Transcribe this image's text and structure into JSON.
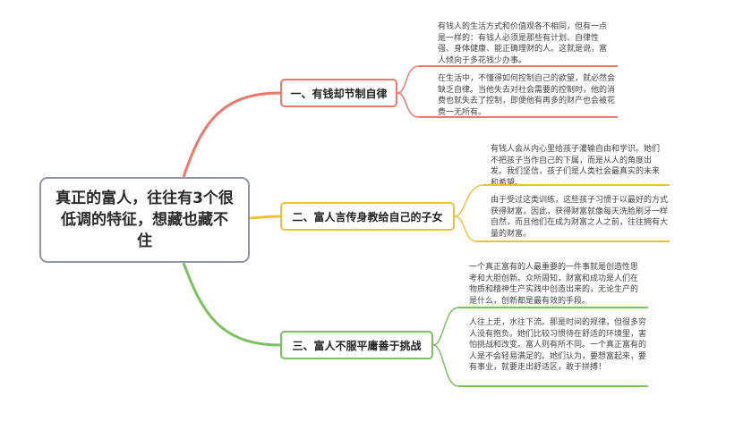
{
  "root": {
    "title": "真正的富人，往往有3个很低调的特征，想藏也藏不住"
  },
  "branches": [
    {
      "label": "一、有钱却节制自律",
      "color": "#ee7767",
      "leaves": [
        "有钱人的生活方式和价值观各不相同，但有一点是一样的：有钱人必须是那些有计划、自律性强、身体健康、能正确理财的人。这就是说，富人倾向于多花钱少办事。",
        "在生活中，不懂得如何控制自己的欲望，就必然会缺乏自律。当他失去对社会需要的控制时，他的消费也就失去了控制，即便他有再多的财产也会被花费一无所有。"
      ]
    },
    {
      "label": "二、富人言传身教给自己的子女",
      "color": "#f0c23c",
      "leaves": [
        "有钱人会从内心里给孩子灌输自由和学识。她们不把孩子当作自己的下属，而是从人的角度出发。我们坚信，孩子们是人类社会最真实的未来和希望。",
        "由于受过这类训练，这些孩子习惯于以最好的方式获得财富，因此，获得财富就像每天洗脸刷牙一样自然，而且他们在成为财富之人之前，往往拥有大量的财富。"
      ]
    },
    {
      "label": "三、富人不服平庸善于挑战",
      "color": "#7cc160",
      "leaves": [
        "一个真正富有的人最重要的一件事就是创造性思考和大胆创新。众所周知，财富和成功是人们在物质和精神生产实践中创造出来的，无论生产的是什么，创新都是最有效的手段。",
        "人往上走，水往下流。那是时间的规律，但很多穷人没有抱负。她们比较习惯待在舒适的环境里，害怕挑战和改变。富人则有所不同。一个真正富有的人是不会轻易满足的。她们认为，要想富起来，要有事业，就要走出舒适区，敢于拼搏！"
      ]
    }
  ]
}
